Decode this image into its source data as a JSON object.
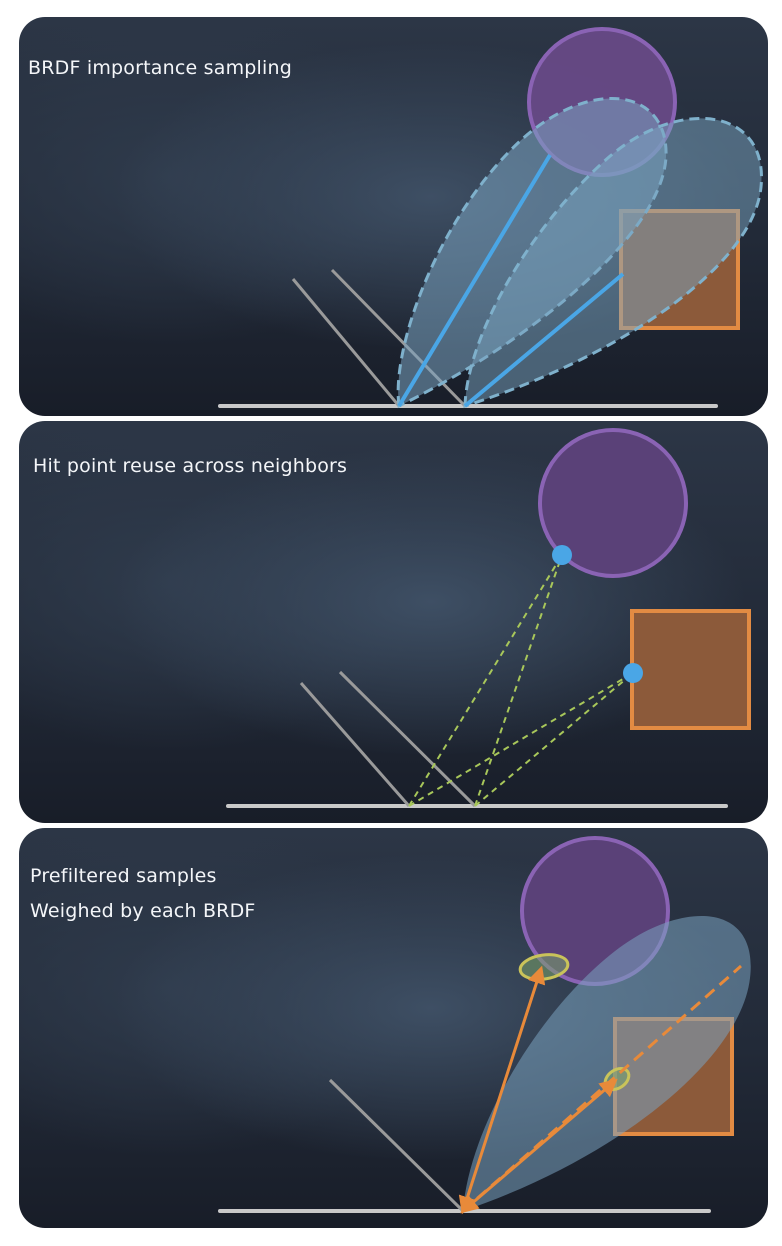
{
  "panels": [
    {
      "caption": "BRDF importance sampling"
    },
    {
      "caption": "Hit point reuse across neighbors"
    },
    {
      "caption_line1": "Prefiltered samples",
      "caption_line2": "Weighed by each BRDF"
    }
  ],
  "colors": {
    "surface": "#c9c9c9",
    "sphere_fill": "#6a4a8a",
    "sphere_stroke": "#8a63b4",
    "box_fill": "#8c5a3a",
    "box_stroke": "#e28b43",
    "lobe_fill": "#7aa3c0",
    "lobe_stroke": "#7fb1cc",
    "ray_blue": "#4aa6e6",
    "ray_green_dashed": "#a8c75a",
    "ray_orange": "#e88a3a",
    "hit_point": "#4aa6e6",
    "footprint": "#c9c35a"
  }
}
